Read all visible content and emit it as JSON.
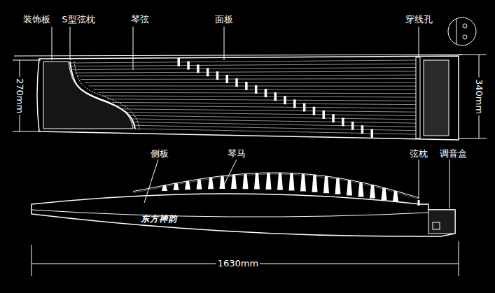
{
  "diagram": {
    "labels": [
      "装饰板",
      "S型弦枕",
      "琴弦",
      "面板",
      "穿线孔",
      "270mm",
      "340mm",
      "侧板",
      "琴马",
      "弦枕",
      "调音盒",
      "东方神韵",
      "1630mm"
    ]
  }
}
